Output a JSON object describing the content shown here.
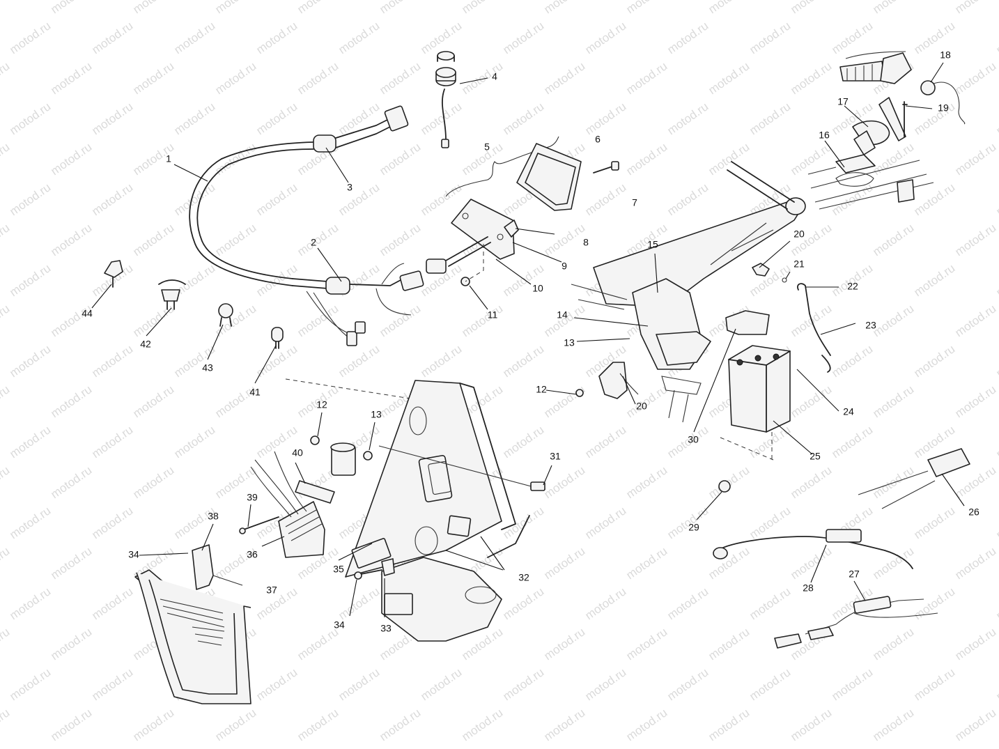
{
  "watermark": "motod.ru",
  "callouts": [
    {
      "id": "c1",
      "text": "1"
    },
    {
      "id": "c2",
      "text": "2"
    },
    {
      "id": "c3",
      "text": "3"
    },
    {
      "id": "c4",
      "text": "4"
    },
    {
      "id": "c5",
      "text": "5"
    },
    {
      "id": "c6",
      "text": "6"
    },
    {
      "id": "c7",
      "text": "7"
    },
    {
      "id": "c8",
      "text": "8"
    },
    {
      "id": "c9",
      "text": "9"
    },
    {
      "id": "c10",
      "text": "10"
    },
    {
      "id": "c11",
      "text": "11"
    },
    {
      "id": "c12a",
      "text": "12"
    },
    {
      "id": "c12b",
      "text": "12"
    },
    {
      "id": "c13a",
      "text": "13"
    },
    {
      "id": "c13b",
      "text": "13"
    },
    {
      "id": "c14",
      "text": "14"
    },
    {
      "id": "c15",
      "text": "15"
    },
    {
      "id": "c16",
      "text": "16"
    },
    {
      "id": "c17",
      "text": "17"
    },
    {
      "id": "c18",
      "text": "18"
    },
    {
      "id": "c19",
      "text": "19"
    },
    {
      "id": "c20a",
      "text": "20"
    },
    {
      "id": "c20b",
      "text": "20"
    },
    {
      "id": "c21",
      "text": "21"
    },
    {
      "id": "c22",
      "text": "22"
    },
    {
      "id": "c23",
      "text": "23"
    },
    {
      "id": "c24",
      "text": "24"
    },
    {
      "id": "c25",
      "text": "25"
    },
    {
      "id": "c26",
      "text": "26"
    },
    {
      "id": "c27",
      "text": "27"
    },
    {
      "id": "c28",
      "text": "28"
    },
    {
      "id": "c29",
      "text": "29"
    },
    {
      "id": "c30",
      "text": "30"
    },
    {
      "id": "c31",
      "text": "31"
    },
    {
      "id": "c32",
      "text": "32"
    },
    {
      "id": "c33",
      "text": "33"
    },
    {
      "id": "c34a",
      "text": "34"
    },
    {
      "id": "c34b",
      "text": "34"
    },
    {
      "id": "c35",
      "text": "35"
    },
    {
      "id": "c36",
      "text": "36"
    },
    {
      "id": "c37",
      "text": "37"
    },
    {
      "id": "c38",
      "text": "38"
    },
    {
      "id": "c39",
      "text": "39"
    },
    {
      "id": "c40",
      "text": "40"
    },
    {
      "id": "c41",
      "text": "41"
    },
    {
      "id": "c42",
      "text": "42"
    },
    {
      "id": "c43",
      "text": "43"
    },
    {
      "id": "c44",
      "text": "44"
    }
  ]
}
